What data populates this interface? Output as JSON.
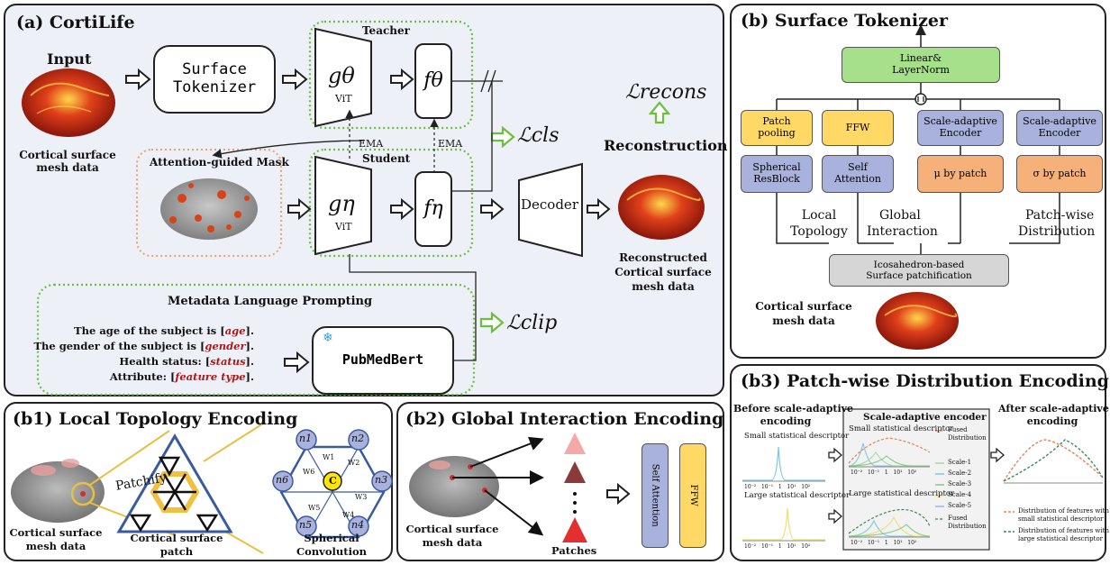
{
  "panel_a": {
    "title": "(a) CortiLife",
    "input_label": "Input",
    "input_caption": [
      "Cortical surface",
      "mesh data"
    ],
    "surface_tokenizer": [
      "Surface",
      "Tokenizer"
    ],
    "teacher_label": "Teacher",
    "student_label": "Student",
    "g_theta": "gθ",
    "g_eta": "gη",
    "f_theta": "fθ",
    "f_eta": "fη",
    "vit": "ViT",
    "ema": "EMA",
    "attention_mask": "Attention-guided Mask",
    "l_recons": "ℒrecons",
    "l_cls": "ℒcls",
    "l_clip": "ℒclip",
    "reconstruction": "Reconstruction",
    "decoder": "Decoder",
    "recon_caption": [
      "Reconstructed",
      "Cortical surface",
      "mesh data"
    ],
    "metadata_title": "Metadata Language Prompting",
    "prompt_lines": [
      {
        "pre": "The age of the subject is [",
        "var": "age",
        "post": "]."
      },
      {
        "pre": "The gender of the subject is [",
        "var": "gender",
        "post": "]."
      },
      {
        "pre": "Health status: [",
        "var": "status",
        "post": "]."
      },
      {
        "pre": "Attribute: [",
        "var": "feature type",
        "post": "]."
      }
    ],
    "pubmedbert": "PubMedBert"
  },
  "panel_b": {
    "title": "(b) Surface Tokenizer",
    "linear_layernorm": [
      "Linear&",
      "LayerNorm"
    ],
    "patch_pooling": [
      "Patch",
      "pooling"
    ],
    "ffw": "FFW",
    "scale_enc_1": [
      "Scale-adaptive",
      "Encoder"
    ],
    "scale_enc_2": [
      "Scale-adaptive",
      "Encoder"
    ],
    "spherical_resblock": [
      "Spherical",
      "ResBlock"
    ],
    "self_attention": [
      "Self",
      "Attention"
    ],
    "mu_patch": "μ by patch",
    "sigma_patch": "σ by patch",
    "local_topology": [
      "Local",
      "Topology"
    ],
    "global_interaction": [
      "Global",
      "Interaction"
    ],
    "patchwise_distribution": [
      "Patch-wise",
      "Distribution"
    ],
    "icosahedron": [
      "Icosahedron-based",
      "Surface patchification"
    ],
    "caption": [
      "Cortical surface",
      "mesh data"
    ]
  },
  "panel_b1": {
    "title": "(b1) Local Topology Encoding",
    "patchify": "Patchify",
    "caption_mesh": [
      "Cortical surface",
      "mesh data"
    ],
    "caption_patch": [
      "Cortical surface",
      "patch"
    ],
    "caption_conv": [
      "Spherical",
      "Convolution"
    ],
    "nodes": [
      "n1",
      "n2",
      "n3",
      "n4",
      "n5",
      "n6"
    ],
    "center": "C",
    "weights": [
      "W1",
      "W2",
      "W3",
      "W4",
      "W5",
      "W6"
    ]
  },
  "panel_b2": {
    "title": "(b2) Global Interaction Encoding",
    "caption_mesh": [
      "Cortical surface",
      "mesh data"
    ],
    "patches": "Patches",
    "self_attention": "Self Attention",
    "ffw": "FFW"
  },
  "panel_b3": {
    "title": "(b3) Patch-wise Distribution Encoding",
    "before": [
      "Before scale-adaptive",
      "encoding"
    ],
    "after": [
      "After scale-adaptive",
      "encoding"
    ],
    "encoder_title": "Scale-adaptive encoder",
    "small_desc": "Small statistical descriptor",
    "large_desc": "Large statistical descriptor",
    "fused": [
      "Fused",
      "Distribution"
    ],
    "scales": [
      "Scale-1",
      "Scale-2",
      "Scale-3",
      "Scale-4",
      "Scale-5"
    ],
    "axis_ticks": [
      "10⁻²",
      "10⁻¹",
      "1",
      "10¹",
      "10²"
    ],
    "legend_small": [
      "Distribution of features with",
      "small statistical descriptor"
    ],
    "legend_large": [
      "Distribution of features with",
      "large statistical descriptor"
    ]
  },
  "colors": {
    "green_dotted": "#6cbf3c",
    "orange_dotted": "#f0a070",
    "green_box": "#a6e08a",
    "yellow_box": "#ffd866",
    "blue_box": "#a9b2dc",
    "orange_box": "#f6b07a",
    "grey_box": "#d6d6d6",
    "red_text": "#b01818"
  }
}
